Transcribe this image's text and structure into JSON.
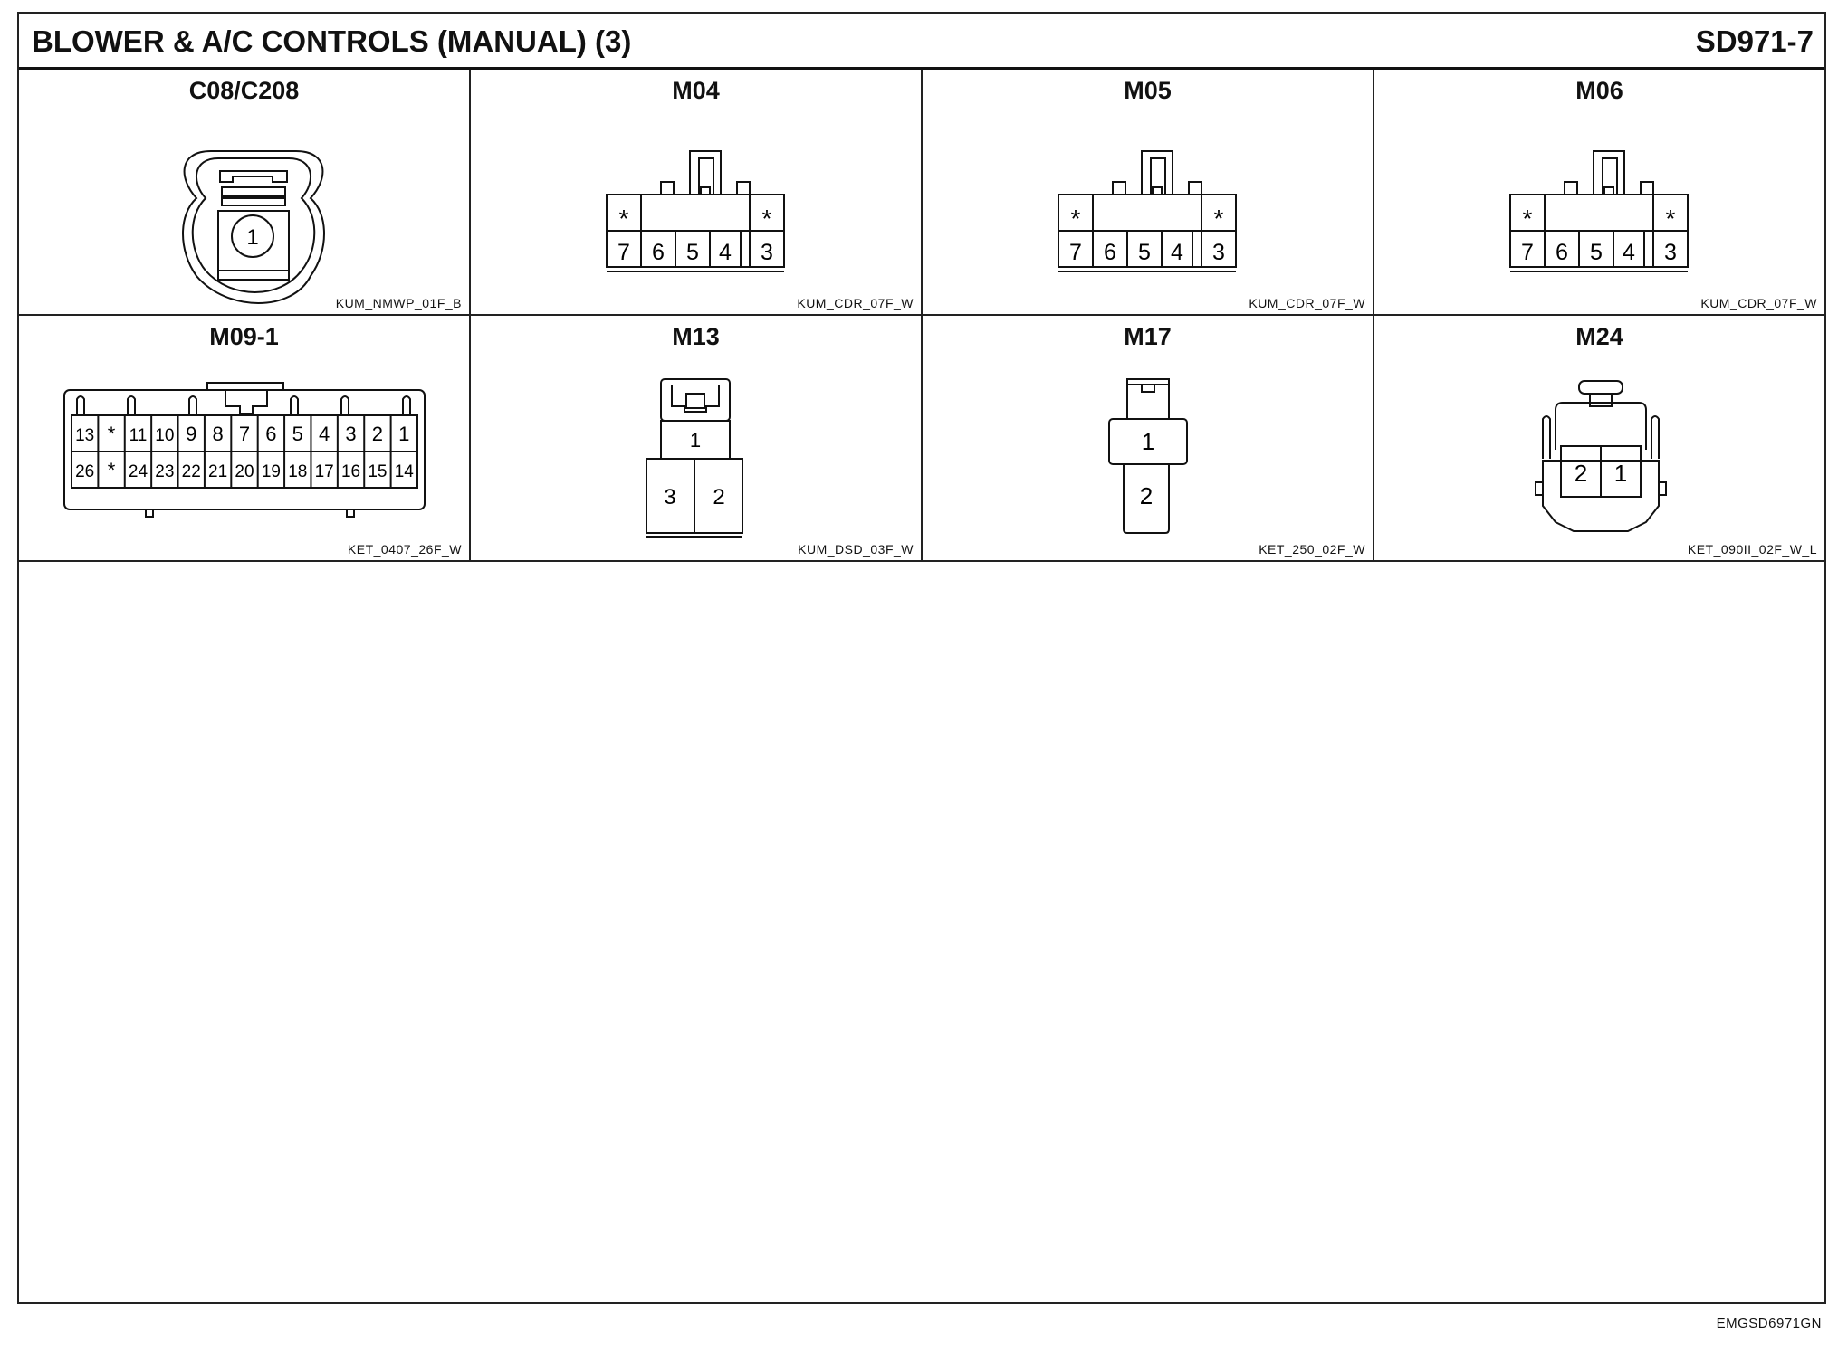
{
  "header": {
    "title": "BLOWER & A/C CONTROLS (MANUAL) (3)",
    "page_code": "SD971-7"
  },
  "connectors": [
    {
      "name": "C08/C208",
      "part_code": "KUM_NMWP_01F_B",
      "pins": [
        "1"
      ]
    },
    {
      "name": "M04",
      "part_code": "KUM_CDR_07F_W",
      "top_row": [
        "*",
        "",
        "",
        "",
        "*"
      ],
      "bottom_row": [
        "7",
        "6",
        "5",
        "4",
        "3"
      ]
    },
    {
      "name": "M05",
      "part_code": "KUM_CDR_07F_W",
      "top_row": [
        "*",
        "",
        "",
        "",
        "*"
      ],
      "bottom_row": [
        "7",
        "6",
        "5",
        "4",
        "3"
      ]
    },
    {
      "name": "M06",
      "part_code": "KUM_CDR_07F_W",
      "top_row": [
        "*",
        "",
        "",
        "",
        "*"
      ],
      "bottom_row": [
        "7",
        "6",
        "5",
        "4",
        "3"
      ]
    },
    {
      "name": "M09-1",
      "part_code": "KET_0407_26F_W",
      "top_row": [
        "13",
        "*",
        "11",
        "10",
        "9",
        "8",
        "7",
        "6",
        "5",
        "4",
        "3",
        "2",
        "1"
      ],
      "bottom_row": [
        "26",
        "*",
        "24",
        "23",
        "22",
        "21",
        "20",
        "19",
        "18",
        "17",
        "16",
        "15",
        "14"
      ]
    },
    {
      "name": "M13",
      "part_code": "KUM_DSD_03F_W",
      "pins": [
        "1",
        "3",
        "2"
      ]
    },
    {
      "name": "M17",
      "part_code": "KET_250_02F_W",
      "pins": [
        "1",
        "2"
      ]
    },
    {
      "name": "M24",
      "part_code": "KET_090II_02F_W_L",
      "pins": [
        "2",
        "1"
      ]
    }
  ],
  "footer": {
    "doc_ref": "EMGSD6971GN"
  }
}
